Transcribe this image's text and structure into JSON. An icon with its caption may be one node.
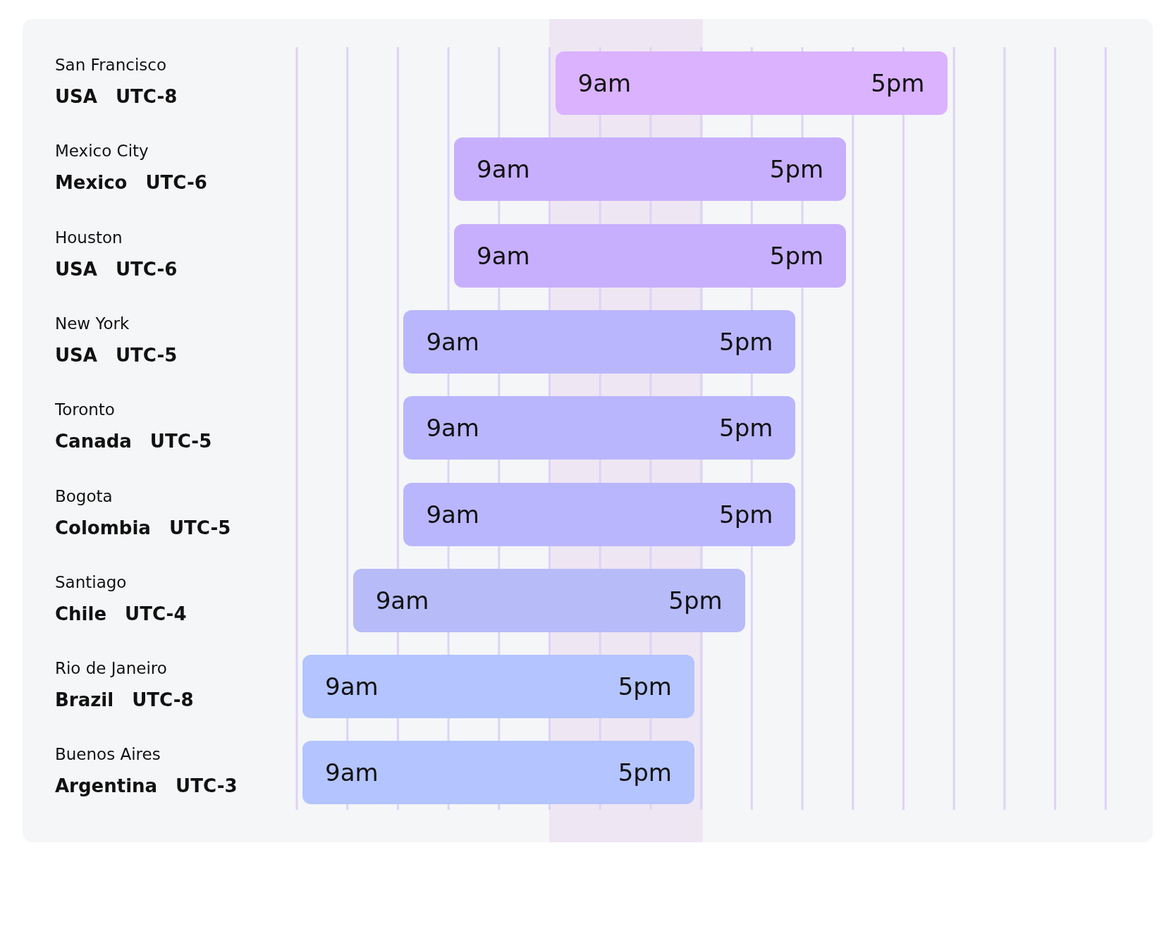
{
  "diagram": {
    "nodes": [
      {
        "text": [
          "9am",
          "5pm"
        ],
        "beside": [
          "San Francisco",
          "USA",
          "UTC-8"
        ]
      },
      {
        "text": [
          "9am",
          "5pm"
        ],
        "beside": [
          "Mexico City",
          "Mexico",
          "UTC-6"
        ]
      },
      {
        "text": [
          "9am",
          "5pm"
        ],
        "beside": [
          "Houston",
          "USA",
          "UTC-6"
        ]
      },
      {
        "text": [
          "9am",
          "5pm"
        ],
        "beside": [
          "New York",
          "USA",
          "UTC-5"
        ]
      },
      {
        "text": [
          "9am",
          "5pm"
        ],
        "beside": [
          "Toronto",
          "Canada",
          "UTC-5"
        ]
      },
      {
        "text": [
          "9am",
          "5pm"
        ],
        "beside": [
          "Bogota",
          "Colombia",
          "UTC-5"
        ]
      },
      {
        "text": [
          "9am",
          "5pm"
        ],
        "beside": [
          "Santiago",
          "Chile",
          "UTC-4"
        ]
      },
      {
        "text": [
          "9am",
          "5pm"
        ],
        "beside": [
          "Rio de Janeiro",
          "Brazil",
          "UTC-8"
        ]
      },
      {
        "text": [
          "9am",
          "5pm"
        ],
        "beside": [
          "Buenos Aires",
          "Argentina",
          "UTC-3"
        ]
      }
    ]
  }
}
